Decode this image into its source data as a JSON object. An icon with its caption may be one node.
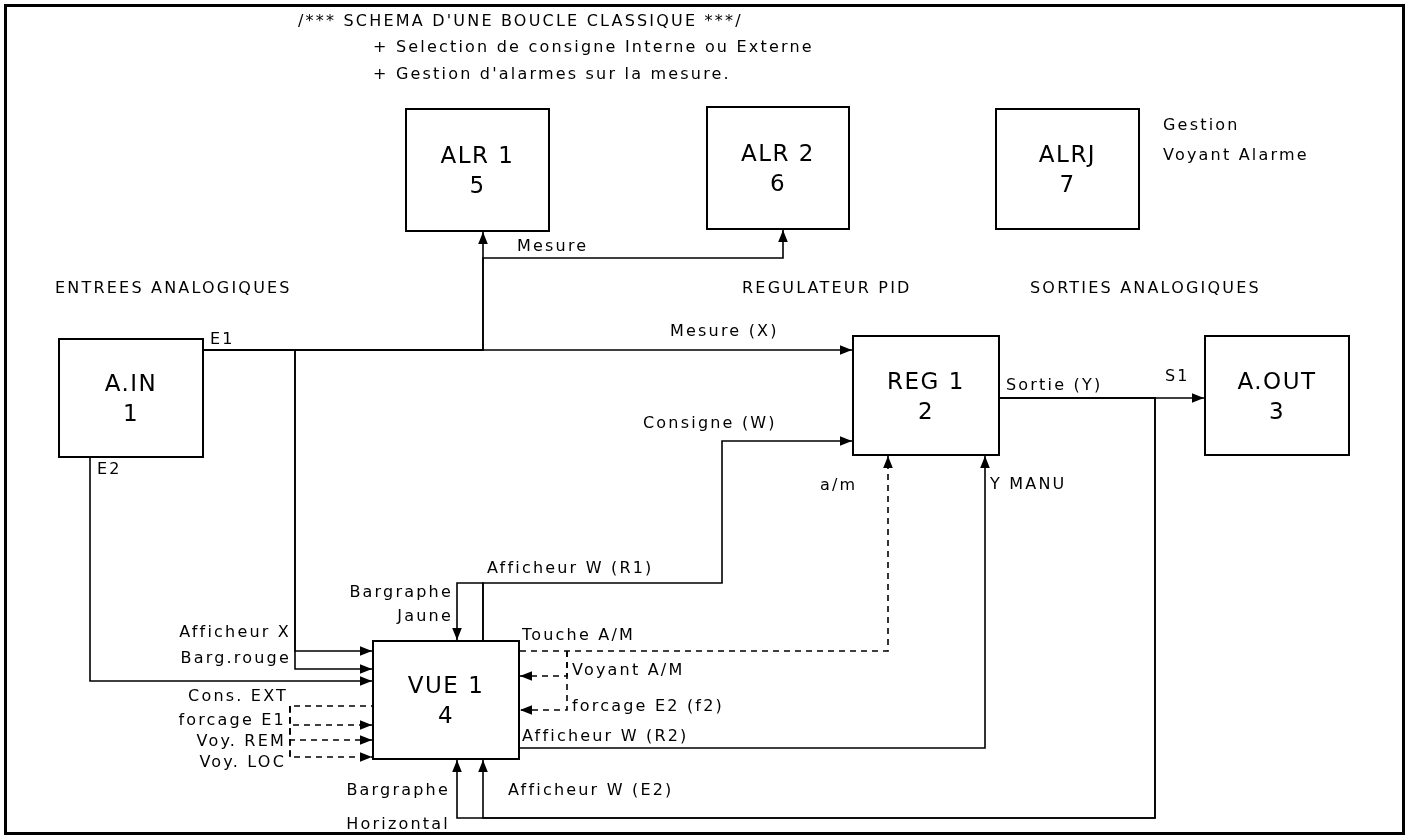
{
  "diagram": {
    "title": "/*** SCHEMA D'UNE BOUCLE CLASSIQUE ***/",
    "nodes": [
      {
        "text": [
          "A.IN",
          "1"
        ]
      },
      {
        "text": [
          "REG 1",
          "2"
        ]
      },
      {
        "text": [
          "A.OUT",
          "3"
        ]
      },
      {
        "text": [
          "VUE 1",
          "4"
        ]
      },
      {
        "text": [
          "ALR 1",
          "5"
        ]
      },
      {
        "text": [
          "ALR 2",
          "6"
        ]
      },
      {
        "text": [
          "ALRJ",
          "7"
        ],
        "beside": [
          "Gestion Voyant Alarme"
        ]
      }
    ],
    "edges": [
      {
        "from": 0,
        "to": 1,
        "arrow": "to",
        "label": "Mesure (X)"
      },
      {
        "from": 0,
        "to": 4,
        "arrow": "to"
      },
      {
        "from": 0,
        "to": 5,
        "arrow": "to",
        "label": "Mesure"
      },
      {
        "from": 0,
        "to": 3,
        "arrow": "to",
        "label": "Afficheur X"
      },
      {
        "from": 0,
        "to": 3,
        "arrow": "to",
        "label": "Barg.rouge"
      },
      {
        "from": 0,
        "to": 3,
        "arrow": "to"
      },
      {
        "from": 3,
        "to": 1,
        "arrow": "to",
        "label": "Consigne (W)"
      },
      {
        "from": 3,
        "to": 3,
        "arrow": "to",
        "label": "Afficheur W (R1)"
      },
      {
        "from": 3,
        "to": 1,
        "arrow": "to",
        "label": "Touche A/M",
        "style": "dashed"
      },
      {
        "from": null,
        "to": 3,
        "arrow": "to",
        "label": "Voyant A/M",
        "style": "dashed"
      },
      {
        "from": null,
        "to": 3,
        "arrow": "to",
        "label": "forcage E2 (f2)",
        "style": "dashed"
      },
      {
        "from": 3,
        "to": 1,
        "arrow": "to",
        "label": "Afficheur W (R2)"
      },
      {
        "from": 1,
        "to": 2,
        "arrow": "to",
        "label": "Sortie (Y)"
      },
      {
        "from": 1,
        "to": 3,
        "arrow": "to",
        "label": "Afficheur W (E2)"
      },
      {
        "from": 1,
        "to": 3,
        "arrow": "to",
        "label": "Bargraphe Horizontal"
      },
      {
        "from": null,
        "to": 3,
        "arrow": "none",
        "label": "Cons. EXT",
        "style": "dashed"
      },
      {
        "from": null,
        "to": 3,
        "arrow": "to",
        "label": "forcage E1",
        "style": "dashed"
      },
      {
        "from": null,
        "to": 3,
        "arrow": "to",
        "label": "Voy. REM",
        "style": "dashed"
      },
      {
        "from": null,
        "to": 3,
        "arrow": "to",
        "label": "Voy. LOC",
        "style": "dashed"
      }
    ],
    "labels": [
      "+ Selection de consigne Interne ou Externe",
      "+ Gestion d'alarmes sur la mesure.",
      "ENTREES ANALOGIQUES",
      "REGULATEUR PID",
      "SORTIES ANALOGIQUES",
      "E1",
      "E2",
      "S1",
      "a/m",
      "Y MANU",
      "Bargraphe Jaune"
    ]
  }
}
